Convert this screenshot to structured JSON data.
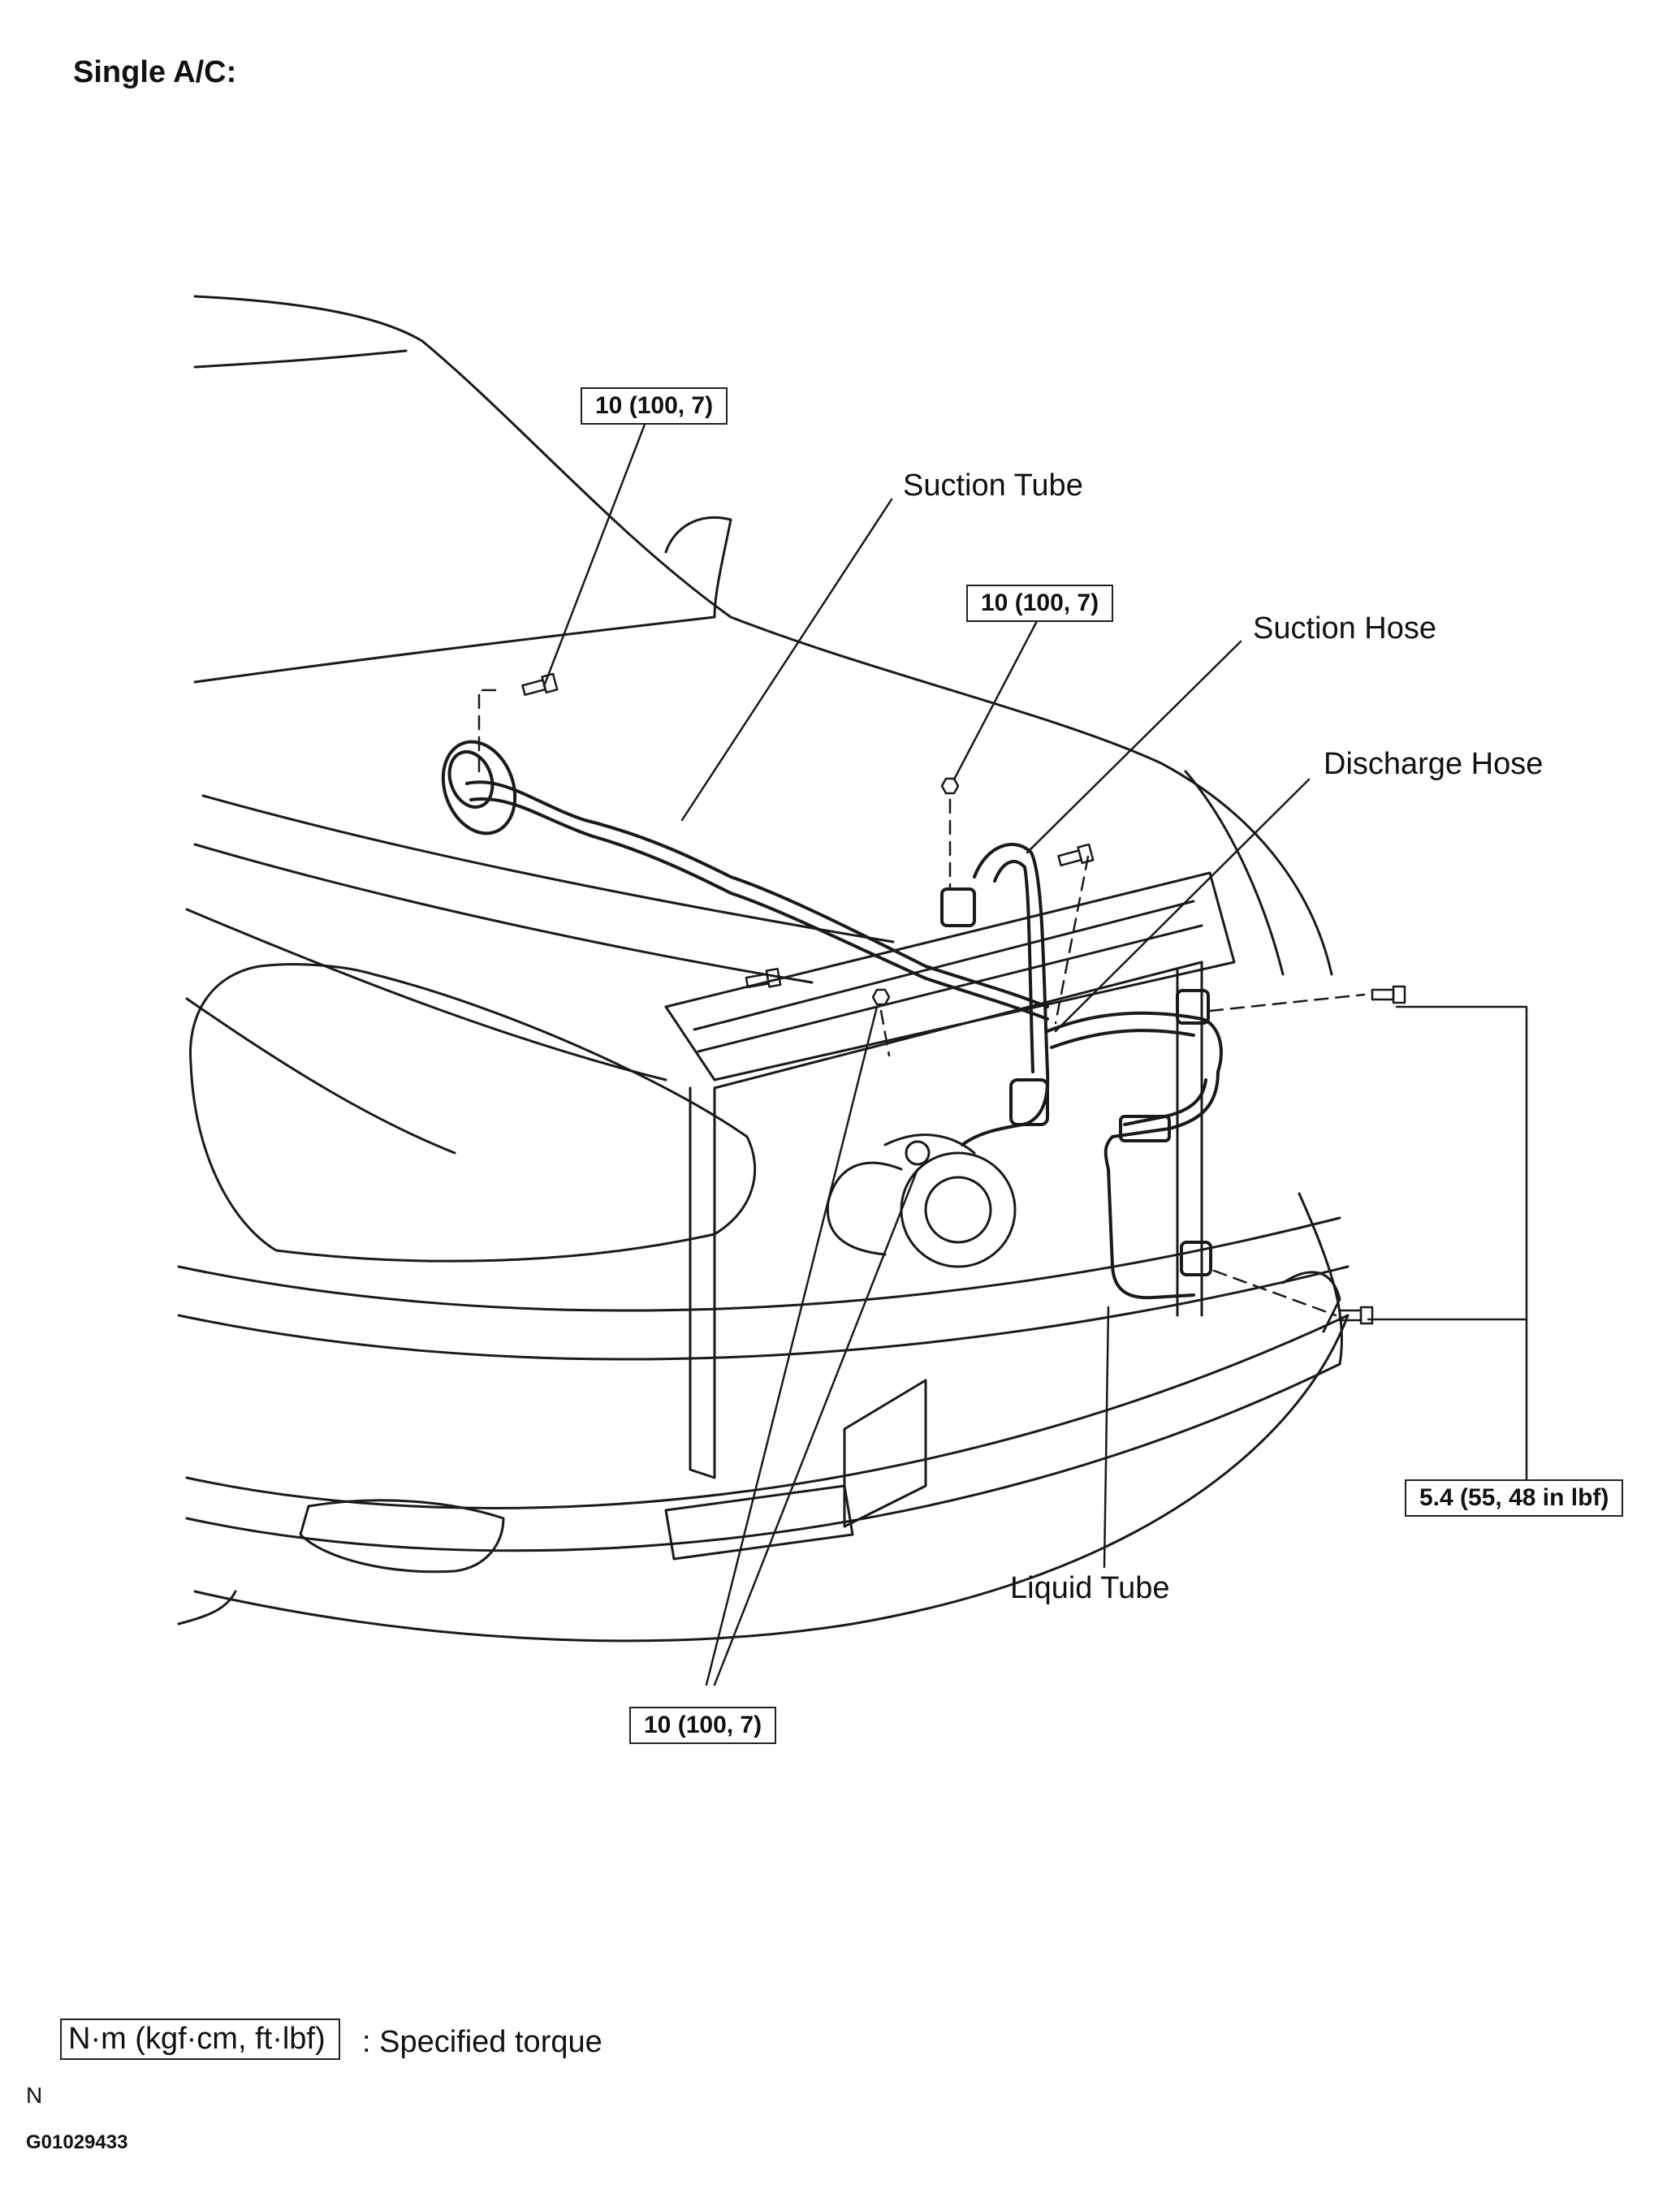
{
  "title": "Single A/C:",
  "torque_labels": {
    "suction_tube_bolt": "10 (100, 7)",
    "suction_hose_nut": "10 (100, 7)",
    "lower_bolts": "10 (100, 7)",
    "liquid_tube_bolts": "5.4 (55, 48 in lbf)"
  },
  "callouts": {
    "suction_tube": "Suction Tube",
    "suction_hose": "Suction Hose",
    "discharge_hose": "Discharge Hose",
    "liquid_tube": "Liquid Tube"
  },
  "legend": {
    "unit": "N·m (kgf·cm, ft·lbf)",
    "description": ": Specified torque"
  },
  "footer": {
    "orientation_mark": "N",
    "figure_code": "G01029433"
  }
}
